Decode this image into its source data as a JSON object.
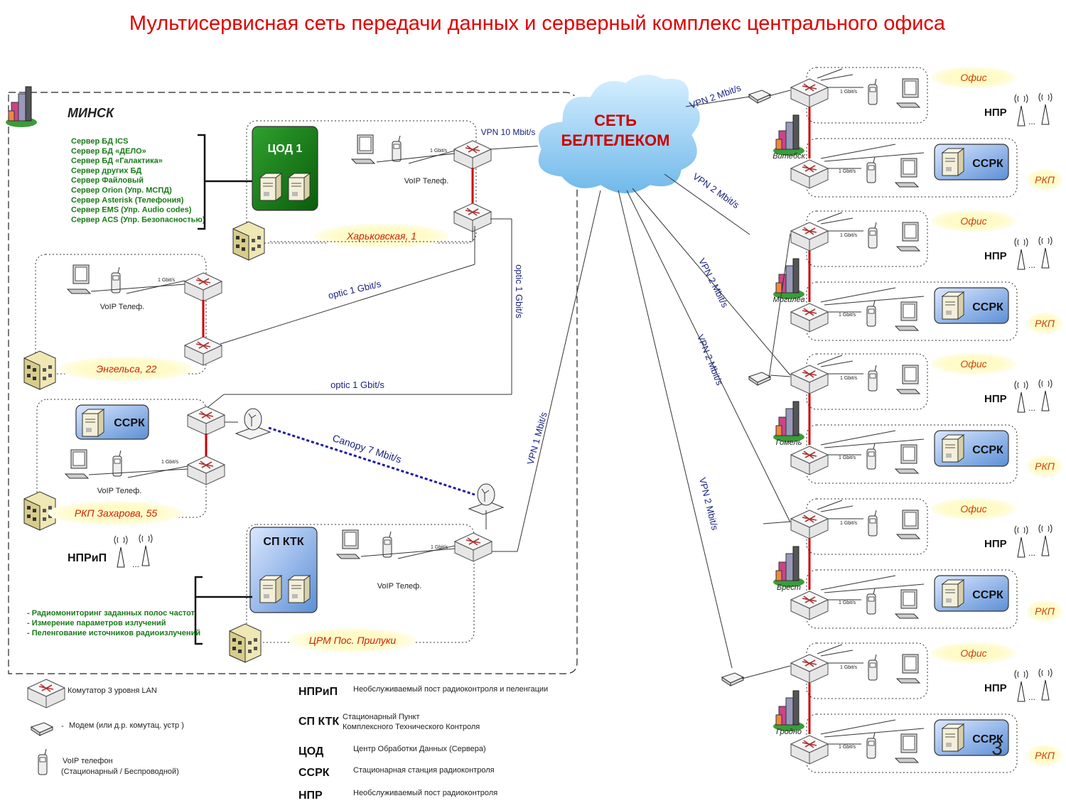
{
  "title": "Мультисервисная  сеть  передачи  данных  и  серверный  комплекс  центрального  офиса",
  "minsk": "МИНСК",
  "cloud": {
    "line1": "СЕТЬ",
    "line2": "БЕЛТЕЛЕКОМ"
  },
  "servers": [
    "Сервер БД ICS",
    "Сервер БД «ДЕЛО»",
    "Сервер БД «Галактика»",
    "Сервер других БД",
    "Сервер Файловый",
    "Сервер Orion (Упр. МСПД)",
    "Сервер Asterisk (Телефония)",
    "Сервер EMS (Упр. Audio codes)",
    "Сервер ACS (Упр. Безопасностью)"
  ],
  "cod": "ЦОД 1",
  "spktk": "СП КТК",
  "ssrk": "ССРК",
  "voip": "VoIP Телеф.",
  "gbit": "1 Gbit/s",
  "sites": {
    "kharkov": "Харьковская, 1",
    "engels": "Энгельса, 22",
    "rkp": "РКП Захарова, 55",
    "crm": "ЦРМ Пос. Прилуки"
  },
  "nprip": "НПРиП",
  "spktk_funcs": [
    "- Радиомониторинг  заданных полос частот",
    "- Измерение параметров излучений",
    "- Пеленгование источников радиоизлучений"
  ],
  "links": {
    "vpn10": "VPN 10 Mbit/s",
    "optic_a": "optic 1 Gbit/s",
    "optic_b": "optic 1 Gbit/s",
    "optic_c": "optic 1 Gbit/s",
    "canopy": "Canopy 7 Mbit/s",
    "vpn1": "VPN 1 Mbit/s",
    "vpn2": "VPN 2 Mbit/s"
  },
  "regions": [
    {
      "city": "Витебск"
    },
    {
      "city": "Могилёв"
    },
    {
      "city": "Гомель"
    },
    {
      "city": "Брест"
    },
    {
      "city": "Гродно"
    }
  ],
  "office": "Офис",
  "npr": "НПР",
  "rkp": "РКП",
  "legend": {
    "switch": "Комутатор 3 уровня LAN",
    "modem": "Модем (или д.р. комутац. устр )",
    "voip1": "VoIP телефон",
    "voip2": "(Стационарный / Беспроводной)",
    "items": [
      {
        "abbr": "НПРиП",
        "desc": [
          "Необслуживаемый пост радиоконтроля и пеленгации"
        ]
      },
      {
        "abbr": "СП КТК",
        "desc": [
          "Стационарный Пункт",
          "Комплексного Технического Контроля"
        ]
      },
      {
        "abbr": "ЦОД",
        "desc": [
          "Центр Обработки Данных (Сервера)"
        ]
      },
      {
        "abbr": "ССРК",
        "desc": [
          "Стационарная станция радиоконтроля"
        ]
      },
      {
        "abbr": "НПР",
        "desc": [
          "Необслуживаемый пост радиоконтроля"
        ]
      }
    ]
  },
  "page_number": "3",
  "colors": {
    "title": "#e00000",
    "green": "#1a7a1a",
    "blue_link": "#1a237e",
    "red_link": "#cc0000",
    "site_red": "#cc2200"
  }
}
